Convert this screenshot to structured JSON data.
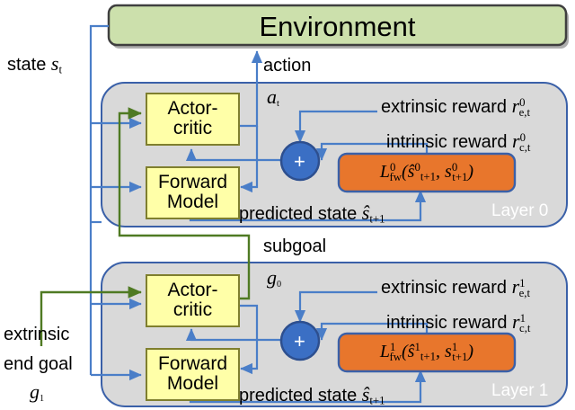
{
  "diagram": {
    "title": "Hierarchical actor-critic with forward-model intrinsic reward",
    "colors": {
      "environment_fill": "#cce0ac",
      "environment_stroke": "#3f3f3f",
      "panel_fill": "#d9d9d9",
      "panel_stroke": "#3a60a8",
      "node_fill": "#ffffa8",
      "node_stroke": "#7f7f2e",
      "adder_fill": "#3b6fc4",
      "adder_stroke": "#2d4f8f",
      "loss_fill": "#e8762c",
      "loss_stroke": "#3a60a8",
      "blue_arrow": "#4a7ec8",
      "green_arrow": "#4f7a23",
      "layer_tag_text": "#ffffff"
    },
    "environment": {
      "label": "Environment"
    },
    "edge_labels": {
      "state": {
        "text": "state ",
        "symbol": "s",
        "symbol_sub": "t"
      },
      "action": {
        "text": "action",
        "symbol": "a",
        "symbol_sub": "t"
      },
      "subgoal": {
        "text": "subgoal",
        "symbol": "g",
        "symbol_sub": "0"
      },
      "end_goal": {
        "line1": "extrinsic",
        "line2": "end goal",
        "symbol": "g",
        "symbol_sub": "1"
      }
    },
    "layers": [
      {
        "tag": "Layer 0",
        "index": "0",
        "nodes": [
          {
            "name": "actor-critic",
            "line1": "Actor-",
            "line2": "critic"
          },
          {
            "name": "forward-model",
            "line1": "Forward",
            "line2": "Model"
          }
        ],
        "adder": "+",
        "extrinsic_reward": {
          "text": "extrinsic reward ",
          "symbol": "r",
          "sup": "0",
          "sub": "e,t"
        },
        "intrinsic_reward": {
          "text": "intrinsic reward ",
          "symbol": "r",
          "sup": "0",
          "sub": "c,t"
        },
        "loss": {
          "script": "L",
          "sup": "0",
          "sub": "fw",
          "open": "(",
          "arg1_hat": "ŝ",
          "arg1_sup": "0",
          "arg1_sub": "t+1",
          "comma": ", ",
          "arg2": "s",
          "arg2_sup": "0",
          "arg2_sub": "t+1",
          "close": ")"
        },
        "predicted_state": {
          "text": "predicted state ",
          "symbol": "ŝ",
          "sub": "t+1"
        }
      },
      {
        "tag": "Layer 1",
        "index": "1",
        "nodes": [
          {
            "name": "actor-critic",
            "line1": "Actor-",
            "line2": "critic"
          },
          {
            "name": "forward-model",
            "line1": "Forward",
            "line2": "Model"
          }
        ],
        "adder": "+",
        "extrinsic_reward": {
          "text": "extrinsic reward ",
          "symbol": "r",
          "sup": "1",
          "sub": "e,t"
        },
        "intrinsic_reward": {
          "text": "intrinsic reward ",
          "symbol": "r",
          "sup": "1",
          "sub": "c,t"
        },
        "loss": {
          "script": "L",
          "sup": "1",
          "sub": "fw",
          "open": "(",
          "arg1_hat": "ŝ",
          "arg1_sup": "1",
          "arg1_sub": "t+1",
          "comma": ", ",
          "arg2": "s",
          "arg2_sup": "1",
          "arg2_sub": "t+1",
          "close": ")"
        },
        "predicted_state": {
          "text": "predicted state ",
          "symbol": "ŝ",
          "sub": "t+1"
        }
      }
    ]
  }
}
